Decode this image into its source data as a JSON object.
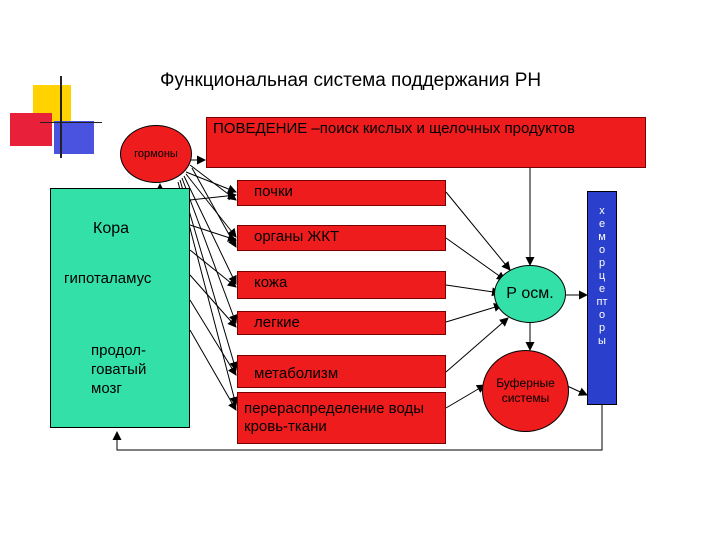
{
  "title": "Функциональная система поддержания РН",
  "hormones": "гормоны",
  "behavior": "ПОВЕДЕНИЕ –поиск кислых и щелочных продуктов",
  "cortex": {
    "cortex": "Кора",
    "hypothalamus": "гипоталамус",
    "medulla": [
      "продол-",
      "говатый",
      "мозг"
    ]
  },
  "organs": [
    "почки",
    "органы ЖКТ",
    "кожа",
    "легкие",
    "метаболизм",
    "перераспределение воды кровь-ткани"
  ],
  "p_osm": "Р осм.",
  "buffers": "Буферные системы",
  "chemoreceptors": [
    "х",
    "е",
    "м",
    "о",
    "р",
    "ц",
    "е",
    "пт",
    "о",
    "р",
    "ы"
  ],
  "colors": {
    "red": "#ee1c1c",
    "green": "#33e0a8",
    "blue": "#2a3fcc",
    "deco_yellow": "#ffd200",
    "deco_red": "#e8203a",
    "deco_blue": "#4a52e0"
  }
}
